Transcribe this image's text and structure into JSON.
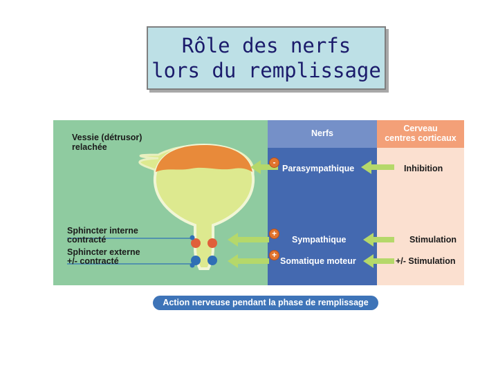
{
  "title": {
    "line1": "Rôle des nerfs",
    "line2": "lors du remplissage"
  },
  "diagram": {
    "bladder_label": {
      "line1": "Vessie (détrusor)",
      "line2": "relachée"
    },
    "internal_sphincter_label": {
      "line1": "Sphincter interne",
      "line2": "contracté"
    },
    "external_sphincter_label": {
      "line1": "Sphincter externe",
      "line2": "+/- contracté"
    },
    "nerves_header": "Nerfs",
    "brain_header": {
      "line1": "Cerveau",
      "line2": "centres corticaux"
    },
    "rows": [
      {
        "nerve": "Parasympathique",
        "sign": "-",
        "brain": "Inhibition"
      },
      {
        "nerve": "Sympathique",
        "sign": "+",
        "brain": "Stimulation"
      },
      {
        "nerve": "Somatique moteur",
        "sign": "+",
        "brain": "+/- Stimulation"
      }
    ],
    "colors": {
      "green_panel": "#8fcba0",
      "blue_panel": "#4469b0",
      "blue_header": "#7590c8",
      "peach_panel": "#fbe0d0",
      "peach_header": "#f3a078",
      "arrow": "#b5d86a",
      "bladder_fill": "#dde98f",
      "bladder_top": "#e88a3a",
      "sphincter_internal": "#e0603a",
      "sphincter_external": "#2f6fb5"
    }
  },
  "caption": "Action nerveuse pendant la phase de remplissage"
}
